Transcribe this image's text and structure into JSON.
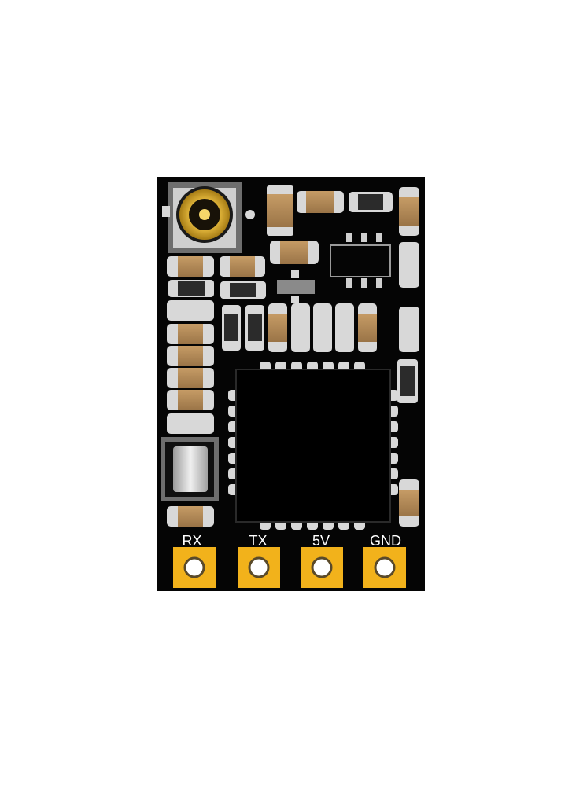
{
  "board": {
    "color": "#050505",
    "pad_color": "#f2b21b",
    "component_color": "#b08a5a",
    "metal_color": "#d8d8d8"
  },
  "labels": {
    "rx": "RX",
    "tx": "TX",
    "v5": "5V",
    "gnd": "GND"
  },
  "icons": {
    "antenna_connector": "ufl-connector-icon",
    "chip": "qfn-chip-icon"
  }
}
